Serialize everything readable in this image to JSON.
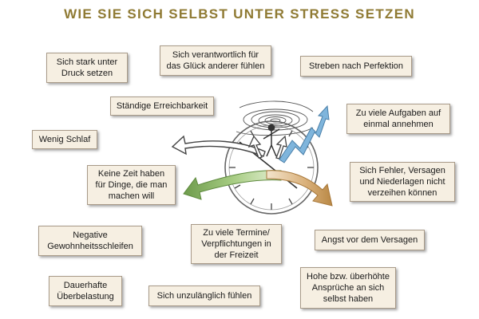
{
  "title": "WIE SIE SICH SELBST UNTER STRESS SETZEN",
  "notes": {
    "druck": "Sich stark unter Druck setzen",
    "glueck": "Sich verantwortlich für das Glück anderer fühlen",
    "perfektion": "Streben nach Perfektion",
    "erreichbarkeit": "Ständige Erreichbarkeit",
    "aufgaben": "Zu viele Aufgaben auf einmal annehmen",
    "schlaf": "Wenig Schlaf",
    "zeit": "Keine Zeit haben für Dinge, die man machen will",
    "fehler": "Sich Fehler, Versagen und Niederlagen nicht verzeihen können",
    "gewohnheit": "Negative Gewohnheitsschleifen",
    "termine": "Zu viele Termine/ Verpflichtungen in der Freizeit",
    "versagen": "Angst vor dem Versagen",
    "belastung": "Dauerhafte Überbelastung",
    "unzulaenglich": "Sich unzulänglich fühlen",
    "ansprueche": "Hohe bzw. überhöhte Ansprüche an sich selbst haben"
  },
  "colors": {
    "title": "#8f7a33",
    "note_fill": "#f6efe2",
    "arrow_blue": "#7fb5dc",
    "arrow_green": "#a6cc82",
    "arrow_orange": "#d2a66a"
  }
}
